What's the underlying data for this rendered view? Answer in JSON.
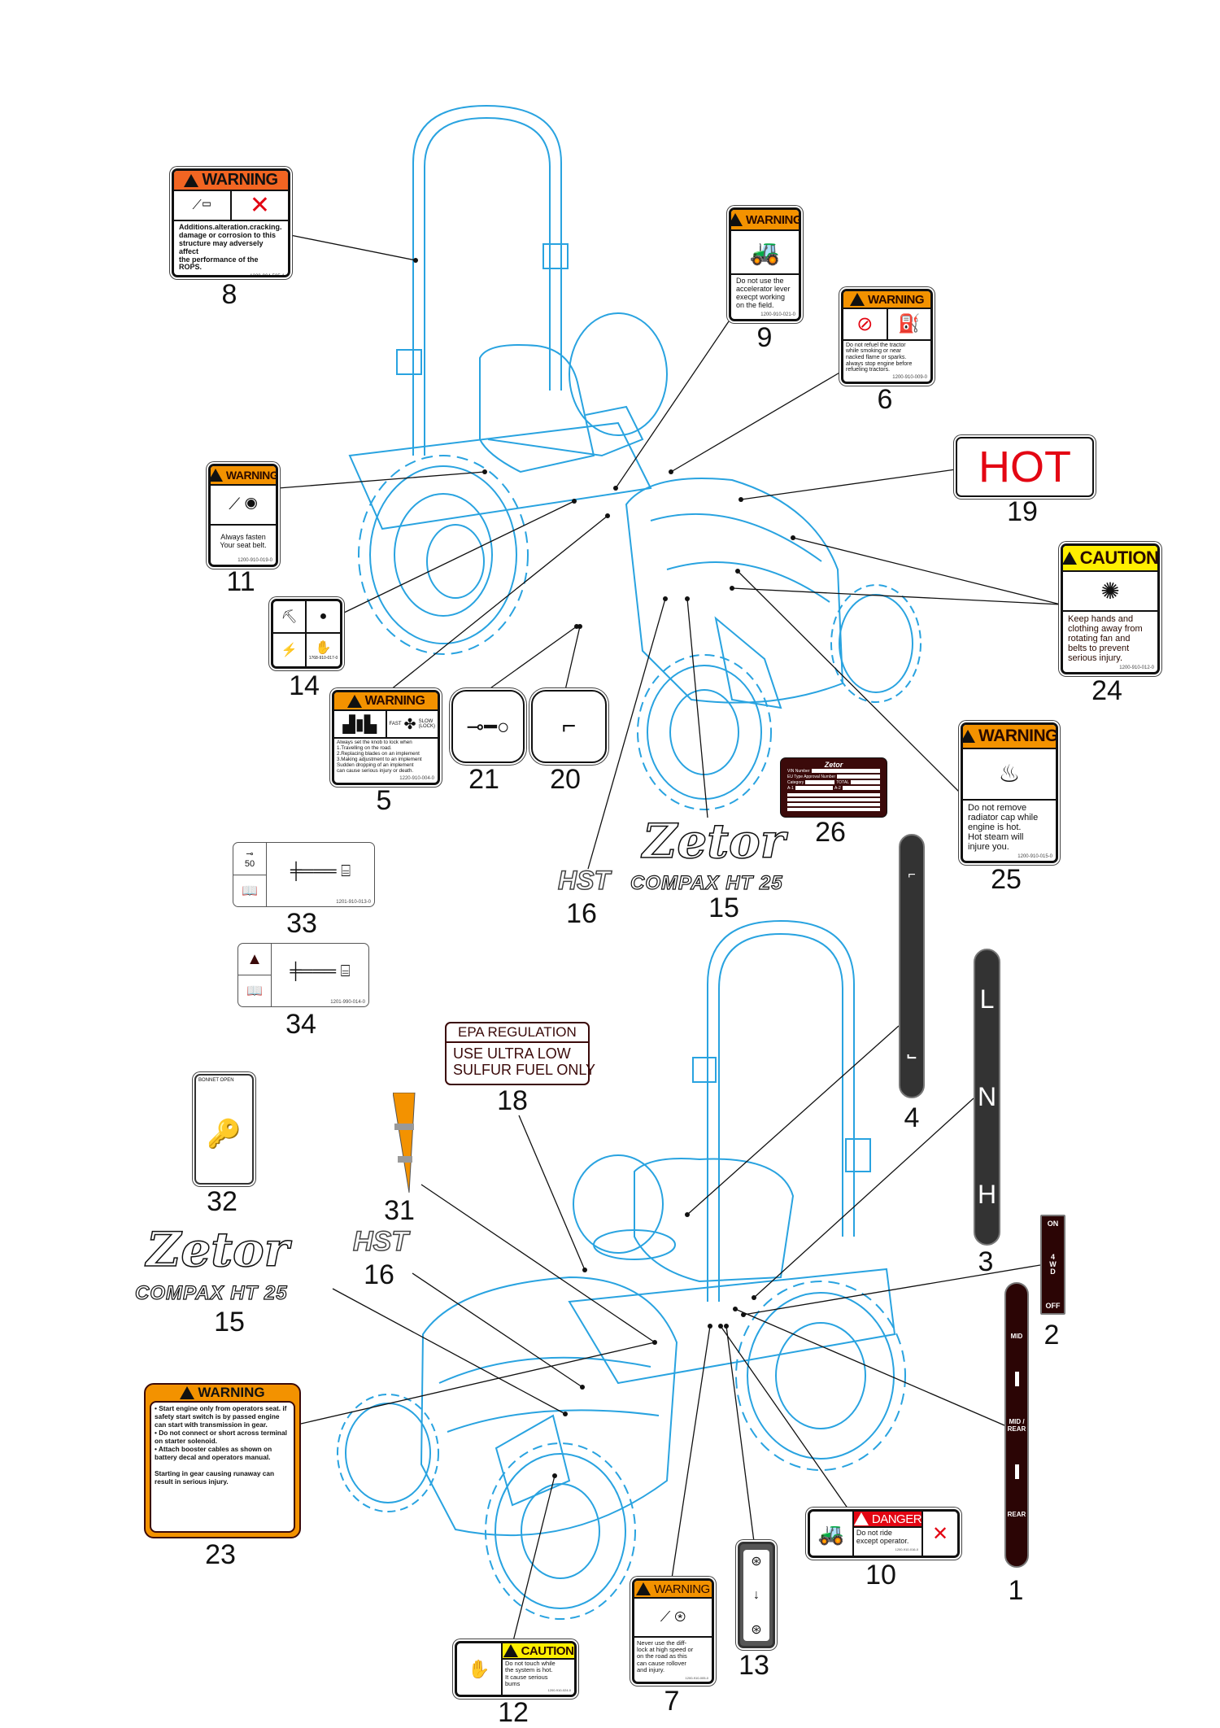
{
  "colors": {
    "line_art": "#29a3e0",
    "warning": "#f39200",
    "caution": "#ffef00",
    "danger": "#e30613",
    "plate": "#3b0a0a",
    "hot": "#e30613"
  },
  "decals": {
    "d8": {
      "number": "8",
      "header": "WARNING",
      "text": "Additions.alteration.cracking.\ndamage or corrosion to this\nstructure may adversely affect\nthe performance of the ROPS.",
      "part": "1220-904-505-1"
    },
    "d9": {
      "number": "9",
      "header": "WARNING",
      "text": "Do not use the\naccelerator lever\nexecpt working\non the field.",
      "part": "1200-910-021-0"
    },
    "d6": {
      "number": "6",
      "header": "WARNING",
      "text": "Do not refuel the tractor\nwhile smoking or near\nnacked flame  or sparks.\nalways stop engine before\nrefueling tractors.",
      "part": "1200-910-009-0"
    },
    "d19": {
      "number": "19",
      "text": "HOT"
    },
    "d24": {
      "number": "24",
      "header": "CAUTION",
      "text": "Keep hands and\nclothing away from\nrotating  fan and\nbelts to   prevent\nserious injury.",
      "part": "1200-910-012-0"
    },
    "d25": {
      "number": "25",
      "header": "WARNING",
      "text": "Do not remove\nradiator cap while\nengine is hot.\nHot steam will\ninjure you.",
      "part": "1200-910-015-0"
    },
    "d11": {
      "number": "11",
      "header": "WARNING",
      "text": "Always fasten\nYour  seat belt.",
      "part": "1200-910-019-0"
    },
    "d14": {
      "number": "14",
      "part": "1768-910-017-0"
    },
    "d5": {
      "number": "5",
      "header": "WARNING",
      "fast": "FAST",
      "slow": "SLOW\n(LOCK)",
      "text": "Always set the knob to lock when\n1.Travelling on the road.\n2.Replacing blades on an implement\n3.Making adjustment to an implement\n  Sudden dropping of an implement\n  can cause serious injury or death.",
      "part": "1220-910-004-0"
    },
    "d21": {
      "number": "21"
    },
    "d20": {
      "number": "20"
    },
    "d26": {
      "number": "26",
      "brand": "Zetor",
      "rows": [
        "VIN Number",
        "EU Type Approval Number",
        "Category",
        "TOTAL",
        "A-1",
        "A-2"
      ]
    },
    "d15a": {
      "number": "15",
      "brand": "Zetor",
      "model": "COMPAX HT 25"
    },
    "d16a": {
      "number": "16",
      "text": "HST"
    },
    "d33": {
      "number": "33",
      "value": "50",
      "part": "1201-910-013-0"
    },
    "d34": {
      "number": "34",
      "part": "1201-990-014-0"
    },
    "d4": {
      "number": "4"
    },
    "d3": {
      "number": "3",
      "positions": [
        "L",
        "N",
        "H"
      ]
    },
    "d2": {
      "number": "2",
      "on": "ON",
      "mode": "4\nW\nD",
      "off": "OFF"
    },
    "d1": {
      "number": "1",
      "positions": [
        "MID",
        "MID /\nREAR",
        "REAR"
      ]
    },
    "d18": {
      "number": "18",
      "title": "EPA REGULATION",
      "text": "USE ULTRA LOW\nSULFUR FUEL ONLY"
    },
    "d32": {
      "number": "32",
      "title": "BONNET OPEN"
    },
    "d31": {
      "number": "31"
    },
    "d16b": {
      "number": "16",
      "text": "HST"
    },
    "d15b": {
      "number": "15",
      "brand": "Zetor",
      "model": "COMPAX HT 25"
    },
    "d23": {
      "number": "23",
      "header": "WARNING",
      "items": [
        "Start engine only from operators seat. if safety start switch is by passed engine can start with transmission in gear.",
        "Do not connect or short across terminal on starter solenoid.",
        "Attach booster cables as shown on battery decal and operators manual."
      ],
      "footer": "Starting in gear causing runaway can result in serious injury."
    },
    "d10": {
      "number": "10",
      "header": "DANGER",
      "text": "Do not ride\nexcept operator.",
      "part": "1200-910-016-0"
    },
    "d13": {
      "number": "13"
    },
    "d7": {
      "number": "7",
      "header": "WARNING",
      "text": "Never use the diff-\nlock at high speed or\non the road as this\ncan cause rollover\nand injury.",
      "part": "1200-910-005-0"
    },
    "d12": {
      "number": "12",
      "header": "CAUTION",
      "text": "Do not touch while\nthe system is hot.\nIt cause serious\nbums",
      "part": "1200-910-024-0"
    }
  }
}
